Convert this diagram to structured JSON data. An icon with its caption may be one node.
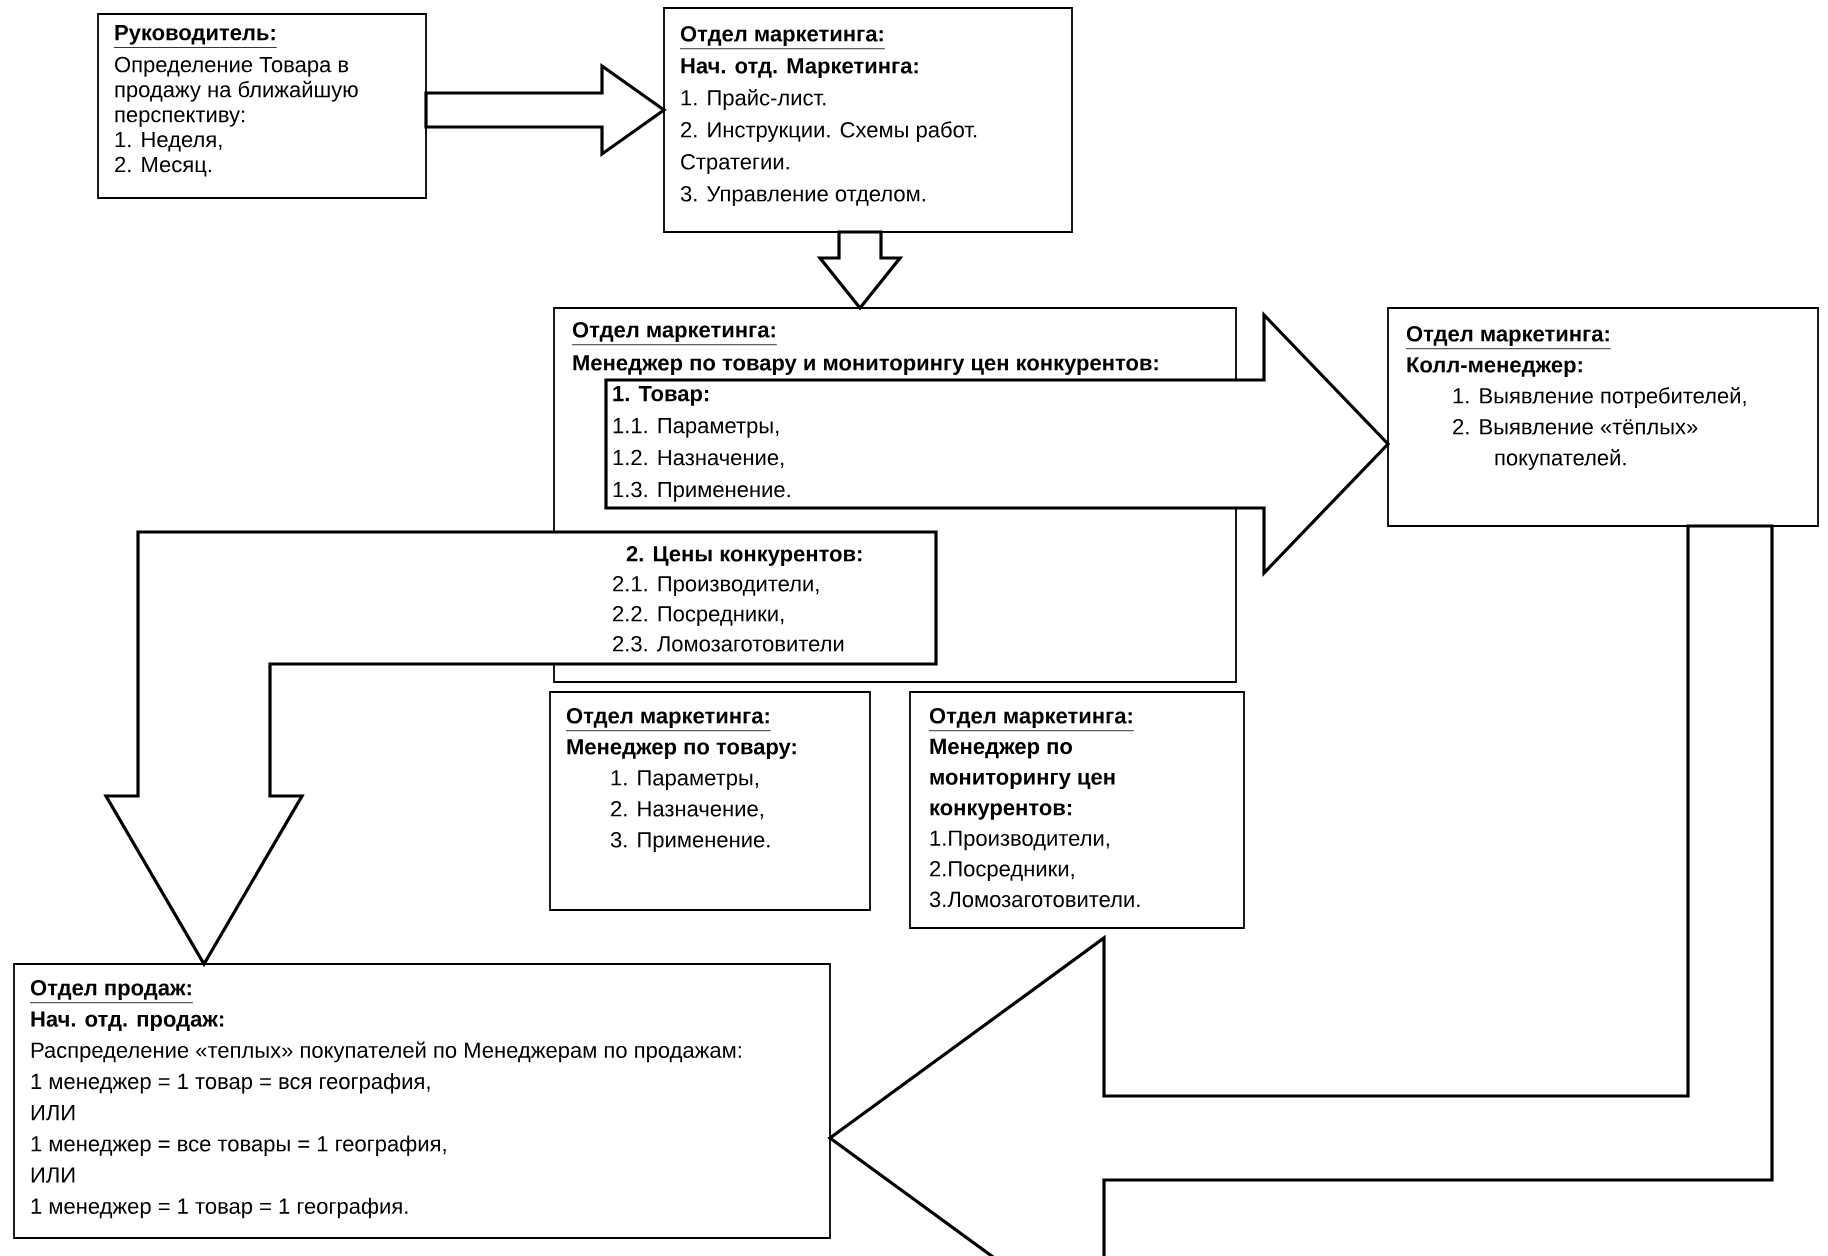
{
  "diagram": {
    "nodes": [
      {
        "text": [
          "Руководитель:",
          "Определение Товара в продажу на ближайшую перспективу:",
          "1. Неделя,",
          "2. Месяц."
        ]
      },
      {
        "text": [
          "Отдел маркетинга:",
          "Нач. отд. Маркетинга:",
          "1. Прайс-лист.",
          "2. Инструкции. Схемы работ. Стратегии.",
          "3. Управление отделом."
        ]
      },
      {
        "text": [
          "Отдел маркетинга:",
          "Менеджер по товару и мониторингу цен конкурентов:"
        ]
      },
      {
        "text": [
          "1. Товар:",
          "1.1. Параметры,",
          "1.2. Назначение,",
          "1.3. Применение."
        ],
        "in": 2
      },
      {
        "text": [
          "2. Цены конкурентов:",
          "2.1. Производители,",
          "2.2. Посредники,",
          "2.3. Ломозаготовители"
        ],
        "in": 2
      },
      {
        "text": [
          "Отдел маркетинга:",
          "Колл-менеджер:",
          "1. Выявление потребителей,",
          "2. Выявление «тёплых» покупателей."
        ]
      },
      {
        "text": [
          "Отдел маркетинга:",
          "Менеджер по товару:",
          "1. Параметры,",
          "2. Назначение,",
          "3. Применение."
        ]
      },
      {
        "text": [
          "Отдел маркетинга:",
          "Менеджер по мониторингу цен конкурентов:",
          "1.Производители,",
          "2.Посредники,",
          "3.Ломозаготовители."
        ]
      },
      {
        "text": [
          "Отдел продаж:",
          "Нач. отд. продаж:",
          "Распределение «теплых» покупателей по Менеджерам по продажам:",
          "1 менеджер = 1 товар = вся география,",
          "ИЛИ",
          "1 менеджер = все товары = 1 география,",
          "ИЛИ",
          "1 менеджер = 1 товар = 1 география."
        ]
      }
    ],
    "edges": [
      {
        "from": 0,
        "to": 1,
        "arrow": "to"
      },
      {
        "from": 1,
        "to": 2,
        "arrow": "to"
      },
      {
        "from": 3,
        "to": 5,
        "arrow": "to"
      },
      {
        "from": 4,
        "to": 8,
        "arrow": "to"
      },
      {
        "from": 5,
        "to": 8,
        "arrow": "to"
      }
    ]
  }
}
